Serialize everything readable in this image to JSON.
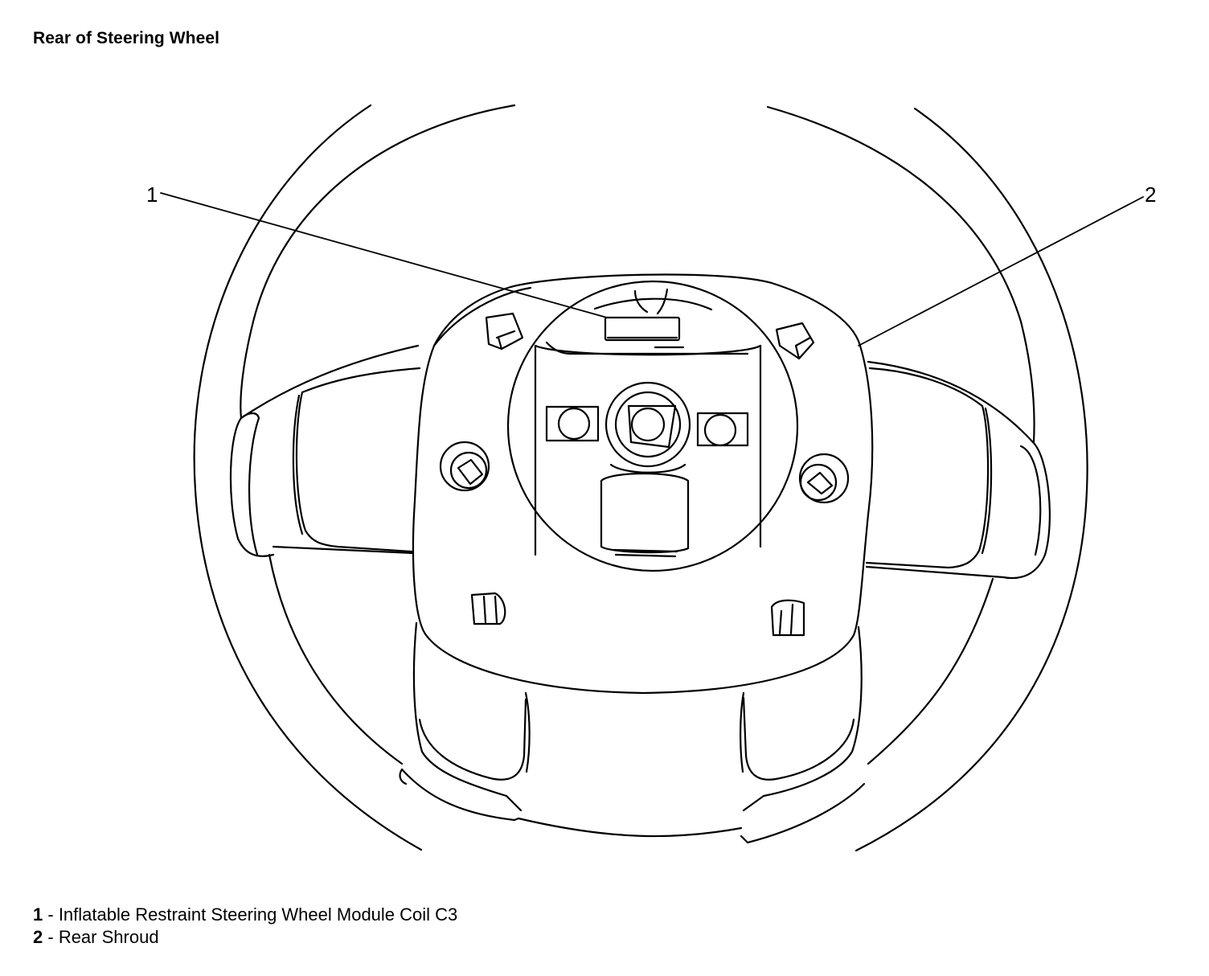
{
  "title": "Rear of Steering Wheel",
  "callouts": [
    {
      "number": "1",
      "label": "Inflatable Restraint Steering Wheel Module Coil C3"
    },
    {
      "number": "2",
      "label": "Rear Shroud"
    }
  ],
  "legend_separator": " - "
}
